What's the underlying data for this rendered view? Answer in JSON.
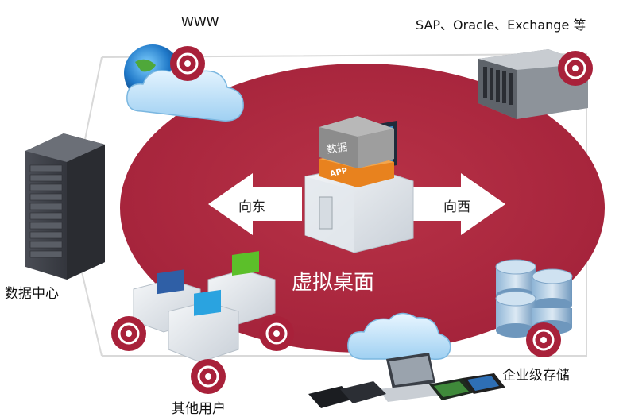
{
  "labels": {
    "www": "WWW",
    "enterprise_apps": "SAP、Oracle、Exchange 等",
    "data_center": "数据中心",
    "enterprise_storage": "企业级存储",
    "other_users": "其他用户",
    "virtual_desktop": "虚拟桌面",
    "east": "向东",
    "west": "向西",
    "data_block": "数据",
    "app_block": "APP"
  },
  "colors": {
    "ellipse": "#B0283F",
    "hazard_badge": "#A8213A",
    "arrow": "#ffffff",
    "app_layer": "#E8821E",
    "data_layer": "#8C8C8C"
  },
  "icons": [
    "globe-icon",
    "cloud-icon",
    "server-rack-icon",
    "blade-server-icon",
    "storage-disks-icon",
    "desktop-cube-icon",
    "laptop-icon",
    "tablet-icon",
    "biohazard-icon"
  ]
}
